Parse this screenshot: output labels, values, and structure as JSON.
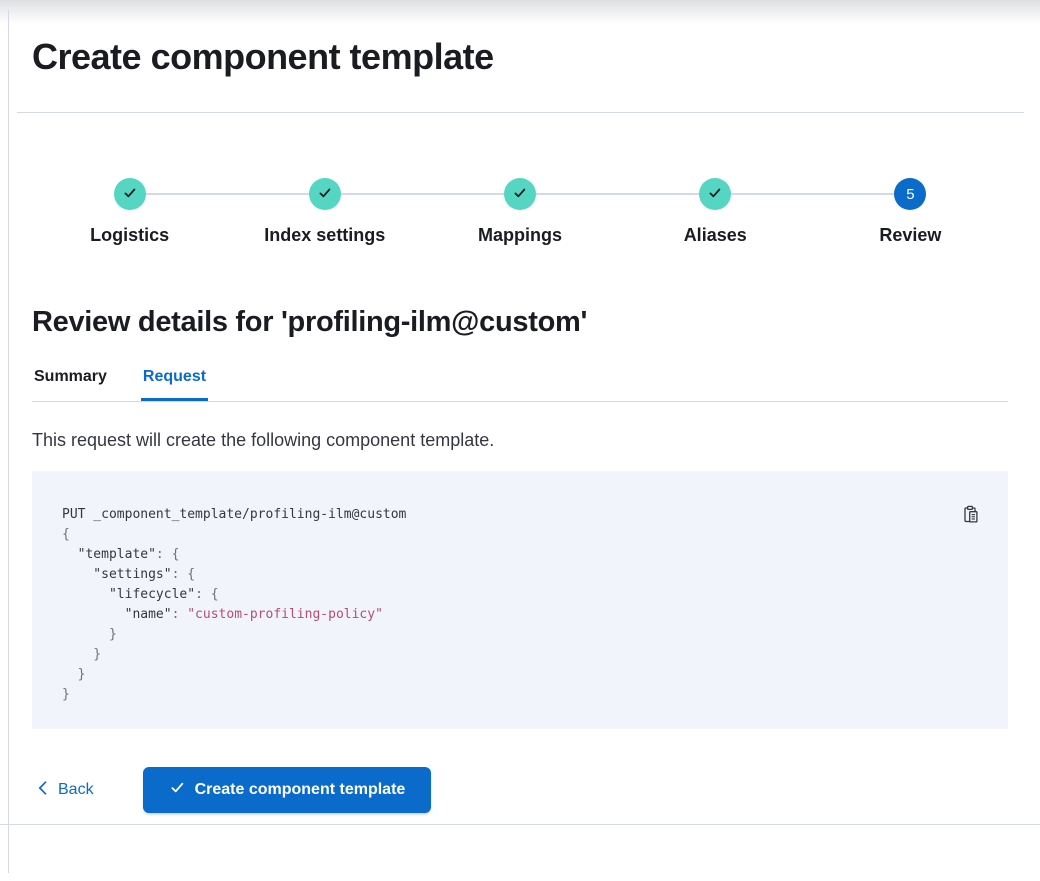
{
  "page": {
    "title": "Create component template"
  },
  "steps": {
    "items": [
      {
        "label": "Logistics",
        "status": "complete"
      },
      {
        "label": "Index settings",
        "status": "complete"
      },
      {
        "label": "Mappings",
        "status": "complete"
      },
      {
        "label": "Aliases",
        "status": "complete"
      },
      {
        "label": "Review",
        "status": "current",
        "number": "5"
      }
    ]
  },
  "review": {
    "heading": "Review details for 'profiling-ilm@custom'",
    "tabs": [
      {
        "label": "Summary",
        "selected": false
      },
      {
        "label": "Request",
        "selected": true
      }
    ],
    "description": "This request will create the following component template."
  },
  "code_block": {
    "lines": [
      [
        {
          "c": "plain",
          "t": "PUT _component_template/profiling-ilm@custom"
        }
      ],
      [
        {
          "c": "punc",
          "t": "{"
        }
      ],
      [
        {
          "c": "key",
          "t": "  \"template\""
        },
        {
          "c": "punc",
          "t": ": {"
        }
      ],
      [
        {
          "c": "key",
          "t": "    \"settings\""
        },
        {
          "c": "punc",
          "t": ": {"
        }
      ],
      [
        {
          "c": "key",
          "t": "      \"lifecycle\""
        },
        {
          "c": "punc",
          "t": ": {"
        }
      ],
      [
        {
          "c": "key",
          "t": "        \"name\""
        },
        {
          "c": "punc",
          "t": ": "
        },
        {
          "c": "str",
          "t": "\"custom-profiling-policy\""
        }
      ],
      [
        {
          "c": "punc",
          "t": "      }"
        }
      ],
      [
        {
          "c": "punc",
          "t": "    }"
        }
      ],
      [
        {
          "c": "punc",
          "t": "  }"
        }
      ],
      [
        {
          "c": "punc",
          "t": "}"
        }
      ]
    ]
  },
  "footer": {
    "back_label": "Back",
    "submit_label": "Create component template"
  },
  "icons": {
    "step_complete": "check-icon",
    "copy": "copy-clipboard-icon",
    "back": "chevron-left-icon",
    "submit": "check-icon"
  },
  "colors": {
    "primary_blue": "#0b6bcb",
    "success_teal": "#54d6c2",
    "divider": "#d3dae6",
    "code_background": "#f1f4fa",
    "code_string": "#b54d7a",
    "code_punctuation": "#69707d",
    "text_dark": "#1a1c21",
    "text_body": "#343741"
  }
}
